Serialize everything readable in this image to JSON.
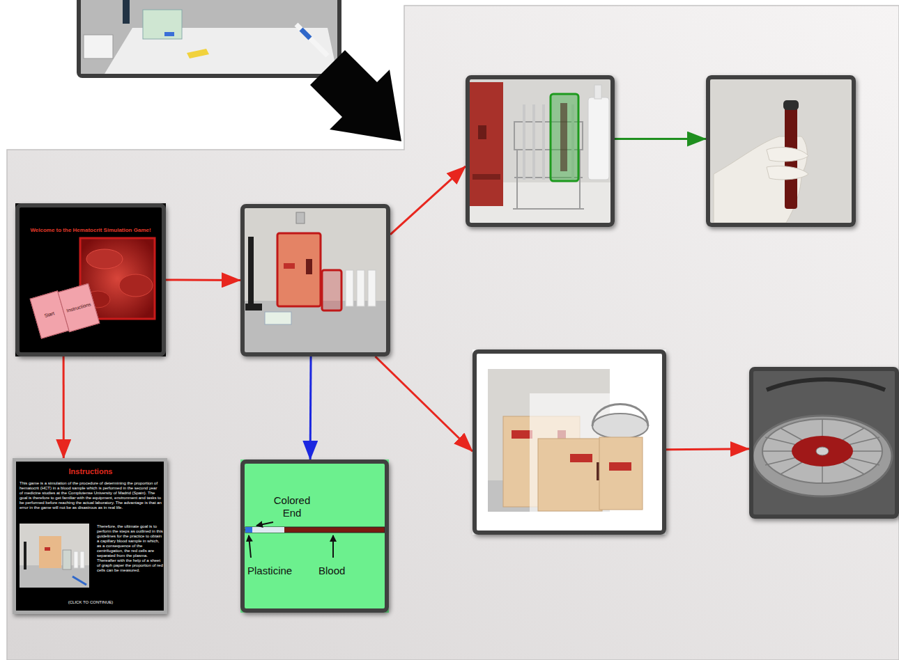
{
  "diagram": {
    "nodes": [
      {
        "text": []
      },
      {
        "text": []
      },
      {
        "text": [
          "Welcome to the Hematocrit Simulation Game!"
        ]
      },
      {
        "text": [
          "Start"
        ],
        "in": 2
      },
      {
        "text": [
          "Instructions"
        ],
        "in": 2
      },
      {
        "text": []
      },
      {
        "text": []
      },
      {
        "text": []
      },
      {
        "text": [
          "Instructions",
          "This game is a simulation of the procedure of determining the proportion of hematocrit (HCT) in a blood sample which is performed in the second year of medicine studies at the Complutense University of Madrid (Spain). The goal is therefore to get familiar with the equipment, environment and tasks to be performed before reaching the actual laboratory. The advantage is that an error in the game will not be as disastrous as in real life.",
          "Therefore, the ultimate goal is to perform the steps as outlined in this guidelines for the practice to obtain a capillary blood sample in which, as a consequence of the centrifugation, the red cells are separated from the plasma. Thereafter with the help of a sheet of graph paper the proportion of red cells can be measured.",
          "(CLICK TO CONTINUE)"
        ]
      },
      {
        "text": [
          "Colored End",
          "Plasticine",
          "Blood"
        ]
      }
    ],
    "edges": [
      {
        "from": 2,
        "to": 5,
        "arrow": "to"
      },
      {
        "from": 2,
        "to": 8,
        "arrow": "to"
      },
      {
        "from": 5,
        "to": 0,
        "arrow": "to"
      },
      {
        "from": 0,
        "to": 1,
        "arrow": "to"
      },
      {
        "from": 5,
        "to": 9,
        "arrow": "to"
      },
      {
        "from": 5,
        "to": 6,
        "arrow": "to"
      },
      {
        "from": 6,
        "to": 7,
        "arrow": "to"
      }
    ]
  }
}
